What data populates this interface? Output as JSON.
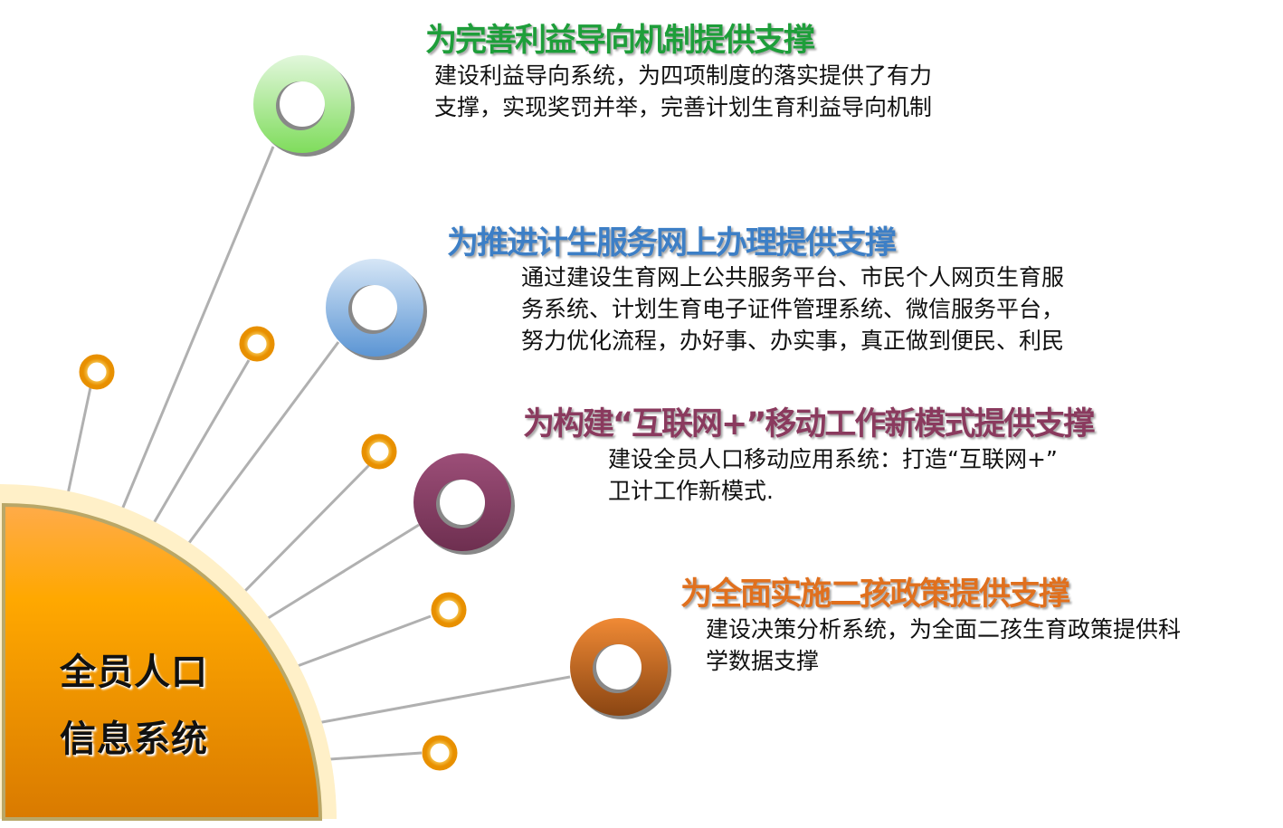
{
  "center": {
    "line1": "全员人口",
    "line2": "信息系统"
  },
  "items": [
    {
      "heading": "为完善利益导向机制提供支撑",
      "color": "#1e9e3a",
      "lines": [
        "建设利益导向系统，为四项制度的落实提供了有力",
        "支撑，实现奖罚并举，完善计划生育利益导向机制"
      ]
    },
    {
      "heading": "为推进计生服务网上办理提供支撑",
      "color": "#3d7fc6",
      "lines": [
        "通过建设生育网上公共服务平台、市民个人网页生育服",
        "务系统、计划生育电子证件管理系统、微信服务平台，",
        "努力优化流程，办好事、办实事，真正做到便民、利民"
      ]
    },
    {
      "heading": "为构建“互联网+”移动工作新模式提供支撑",
      "color": "#8a3a5e",
      "lines": [
        "建设全员人口移动应用系统：打造“互联网+”",
        "卫计工作新模式."
      ]
    },
    {
      "heading": "为全面实施二孩政策提供支撑",
      "color": "#e0701e",
      "lines": [
        "建设决策分析系统，为全面二孩生育政策提供科",
        "学数据支撑"
      ]
    }
  ],
  "colors": {
    "orange": "#f5a300",
    "cream": "#fff0c8",
    "line": "#b0b0b0"
  }
}
